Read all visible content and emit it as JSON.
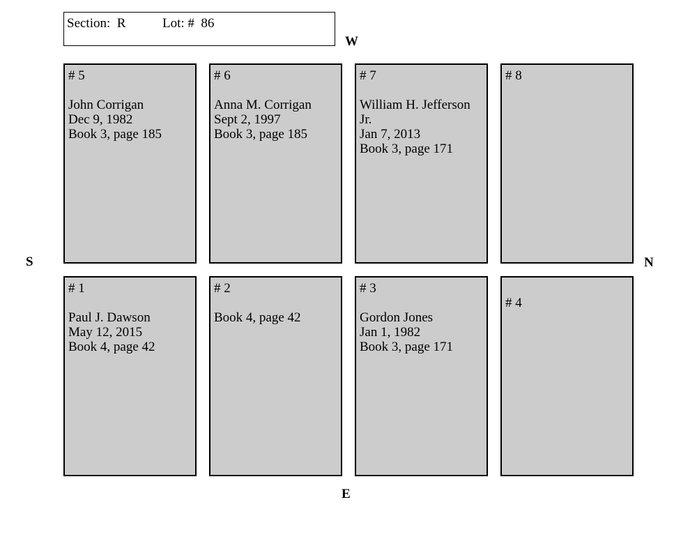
{
  "header": {
    "section_label": "Section:  R",
    "lot_label": "Lot: #  86"
  },
  "compass": {
    "west": "W",
    "south": "S",
    "north": "N",
    "east": "E"
  },
  "plots": {
    "p5": {
      "number": "# 5",
      "lines": [
        "John Corrigan",
        "Dec 9, 1982",
        "Book 3, page 185"
      ]
    },
    "p6": {
      "number": "# 6",
      "lines": [
        "Anna M. Corrigan",
        "Sept 2, 1997",
        "Book 3, page 185"
      ]
    },
    "p7": {
      "number": "# 7",
      "lines": [
        "William H. Jefferson",
        "Jr.",
        "Jan 7, 2013",
        "Book 3, page 171"
      ]
    },
    "p8": {
      "number": "# 8",
      "lines": []
    },
    "p1": {
      "number": "# 1",
      "lines": [
        "Paul J. Dawson",
        "May 12, 2015",
        "Book 4, page 42"
      ]
    },
    "p2": {
      "number": "# 2",
      "lines": [
        "Book 4, page 42"
      ]
    },
    "p3": {
      "number": "# 3",
      "lines": [
        "Gordon Jones",
        "Jan 1, 1982",
        "Book 3, page 171"
      ]
    },
    "p4": {
      "number": "# 4",
      "lines": []
    }
  }
}
